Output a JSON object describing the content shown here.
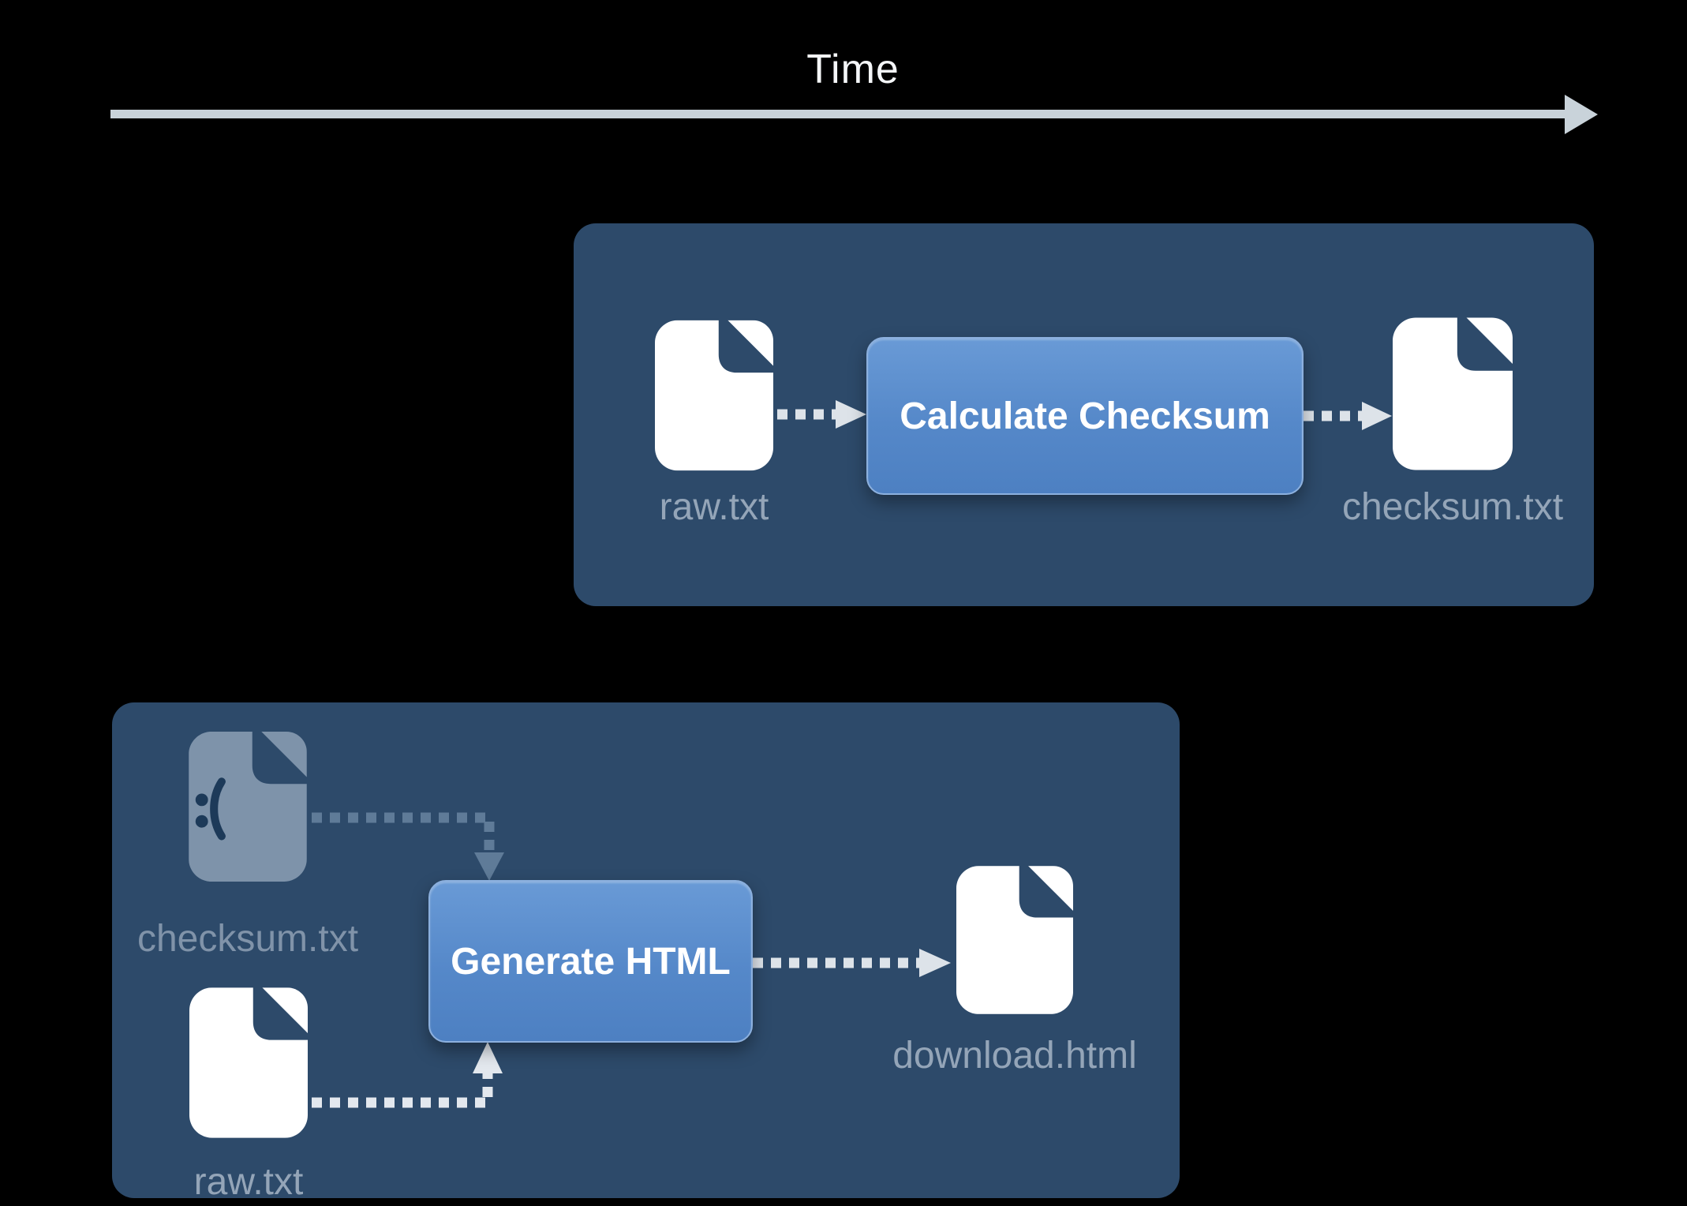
{
  "axis": {
    "label": "Time"
  },
  "colors": {
    "background": "#000000",
    "panel": "#2d4a6a",
    "button_top": "#699ad6",
    "button_bottom": "#4d80c2",
    "bright_arrow": "#dde3e9",
    "muted_arrow": "#5f7b98",
    "time_line": "#c9d3da",
    "file_icon": "#ffffff",
    "stale_file_icon": "#7e93aa",
    "stale_face": "#1d3a59",
    "label": "#94a5b8",
    "faded_label": "#8093a9"
  },
  "icons": {
    "time_axis": "right-arrow-icon",
    "file": "document-icon",
    "stale_file": "sad-document-icon"
  },
  "steps": [
    {
      "id": "calculate-checksum",
      "action_label": "Calculate Checksum",
      "inputs": [
        {
          "file": "raw.txt",
          "state": "normal"
        }
      ],
      "outputs": [
        {
          "file": "checksum.txt",
          "state": "normal"
        }
      ]
    },
    {
      "id": "generate-html",
      "action_label": "Generate HTML",
      "inputs": [
        {
          "file": "checksum.txt",
          "state": "stale"
        },
        {
          "file": "raw.txt",
          "state": "normal"
        }
      ],
      "outputs": [
        {
          "file": "download.html",
          "state": "normal"
        }
      ]
    }
  ]
}
